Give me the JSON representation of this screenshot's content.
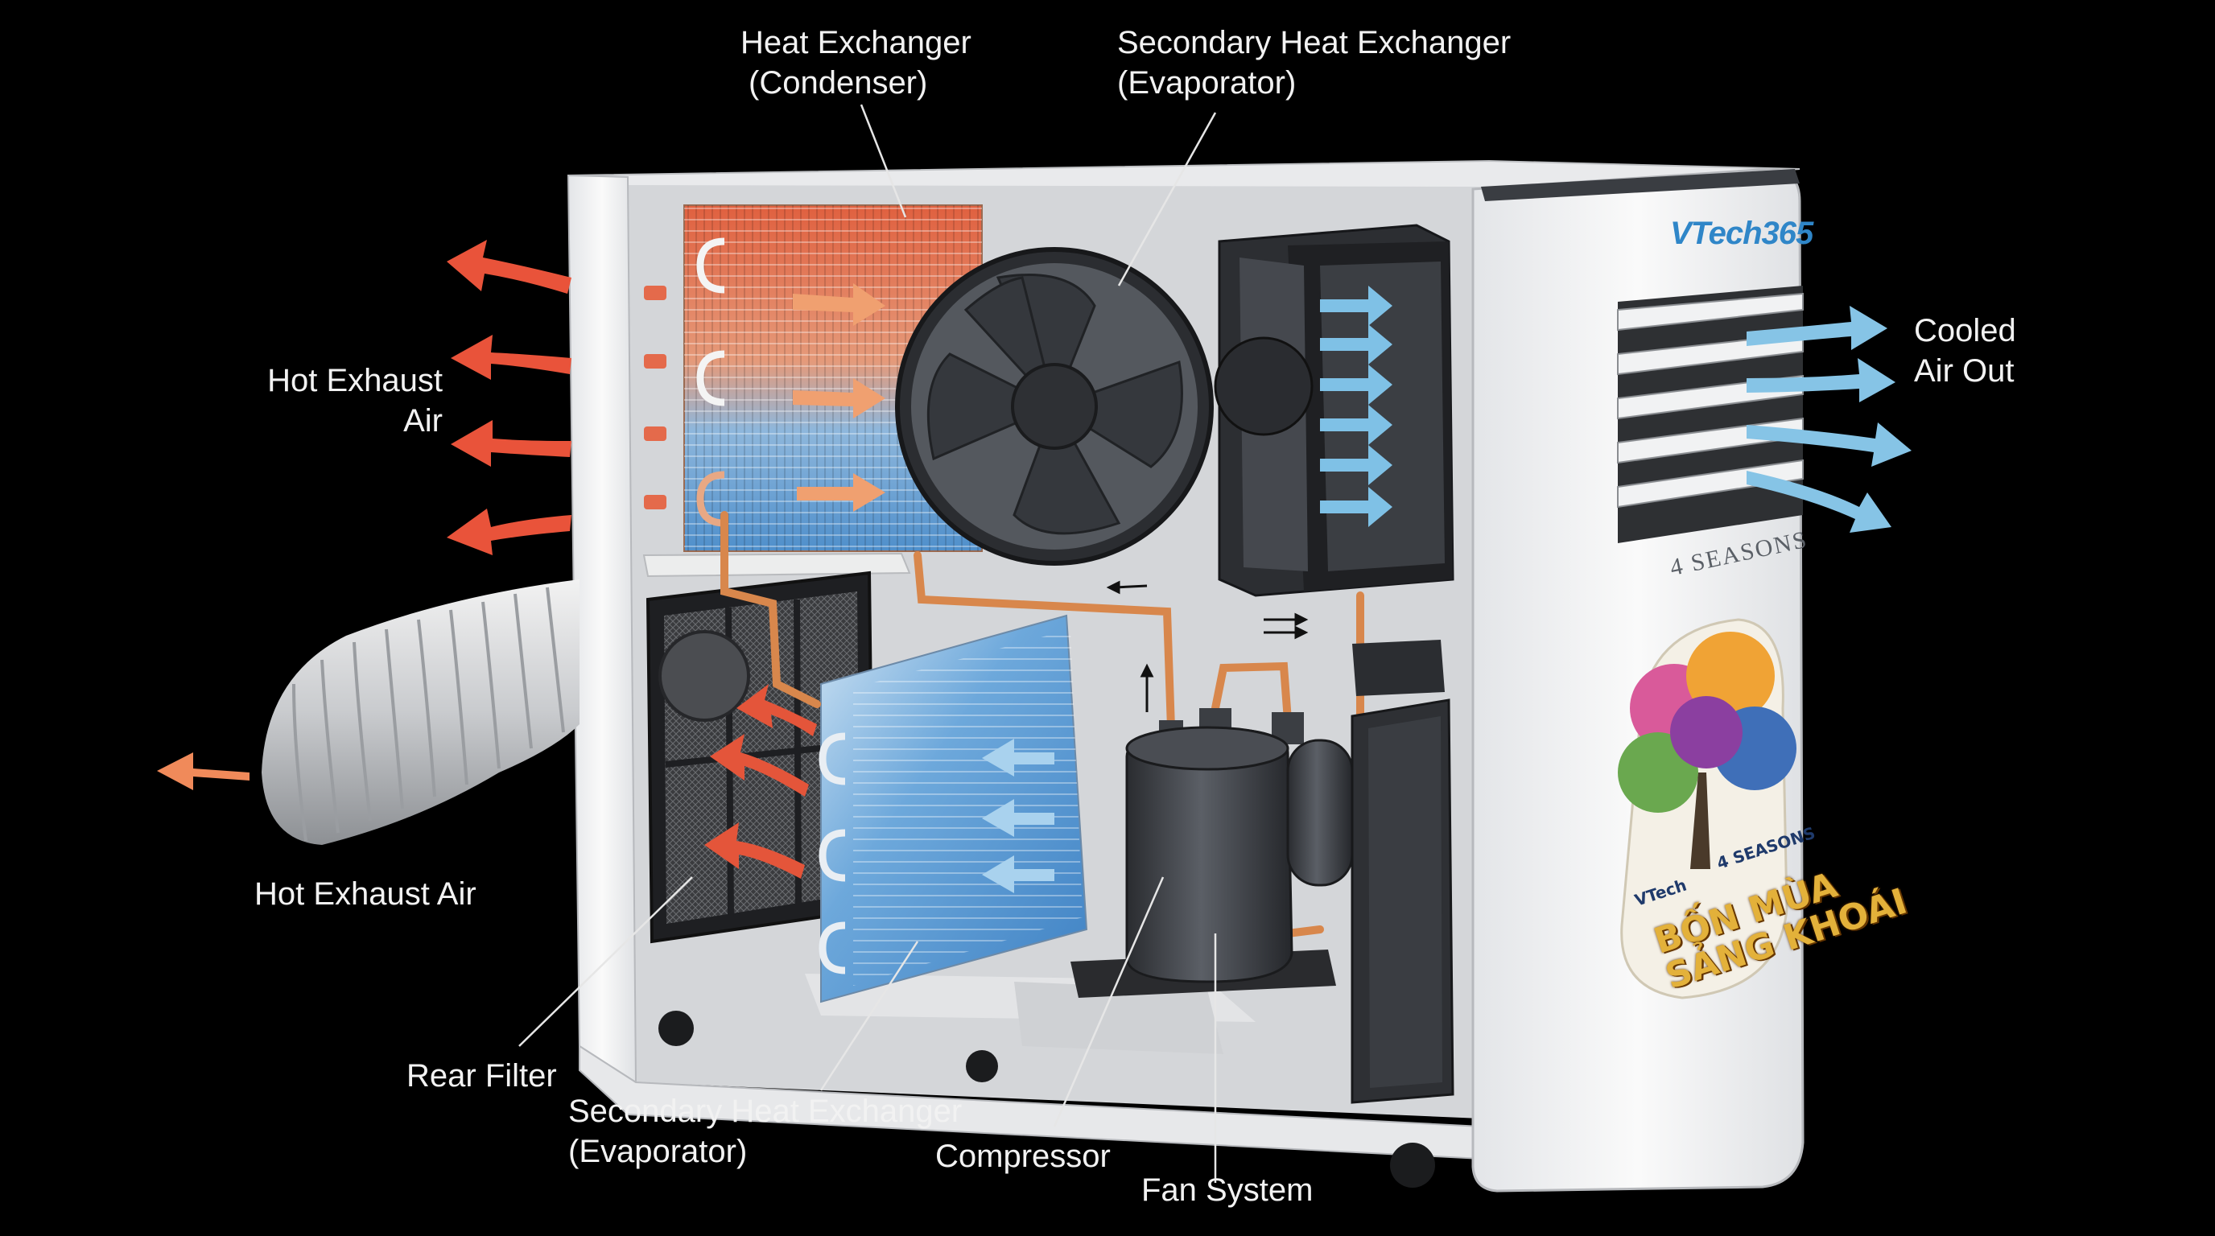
{
  "labels": {
    "heat_exchanger": [
      "Heat Exchanger",
      "(Condenser)"
    ],
    "secondary_top": [
      "Secondary Heat Exchanger",
      "(Evaporator)"
    ],
    "hot_exhaust_air_upper": [
      "Hot Exhaust",
      "Air"
    ],
    "hot_exhaust_air_lower": "Hot Exhaust Air",
    "cooled_air_out": [
      "Cooled",
      "Air Out"
    ],
    "rear_filter": "Rear Filter",
    "secondary_bottom": [
      "Secondary Heat Exchanger",
      "(Evaporator)"
    ],
    "compressor": "Compressor",
    "fan_system": "Fan System"
  },
  "branding": {
    "logo": "VTech365",
    "model": "4 SEASONS",
    "sticker_line1": "BỐN MÙA",
    "sticker_line2": "SẢNG KHOÁI",
    "sticker_logo": "VTech",
    "sticker_seasons": "4 SEASONS"
  },
  "colors": {
    "hot_arrow": "#e9533a",
    "hot_arrow_light": "#f08a5a",
    "cool_arrow": "#7fc1e6",
    "copper_pipe": "#d8874c",
    "condenser_hot": "#e06a47",
    "coil_blue": "#5f9fd4",
    "casing": "#f1f2f3",
    "fan_dark": "#3a3d42"
  }
}
